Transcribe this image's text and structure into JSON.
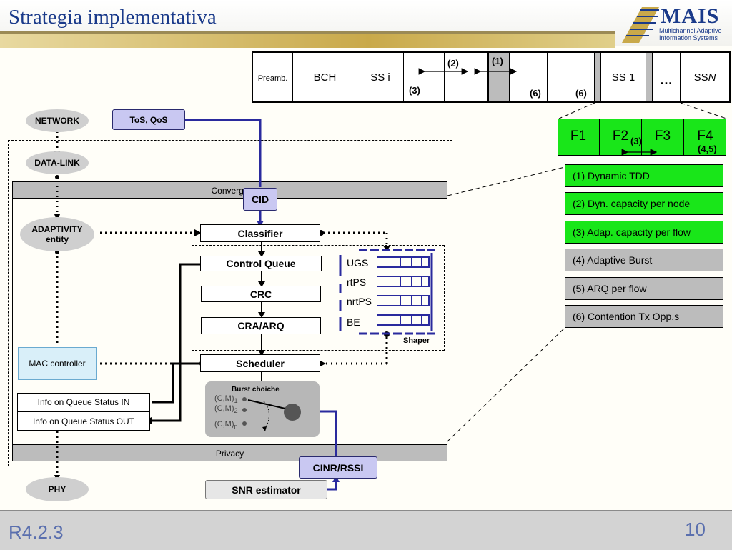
{
  "header": {
    "title": "Strategia implementativa"
  },
  "logo": {
    "name": "MAIS",
    "line1": "Multichannel Adaptive",
    "line2": "Information Systems"
  },
  "footer": {
    "code": "R4.2.3",
    "page": "10"
  },
  "frame": {
    "preamble": "Preamb.",
    "bch": "BCH",
    "ssi": "SS i",
    "ss1": "SS 1",
    "ellipsis": "…",
    "ssn_prefix": "SS ",
    "ssn_italic": "N",
    "marker_1": "(1)",
    "marker_2": "(2)",
    "marker_3": "(3)",
    "marker_6a": "(6)",
    "marker_6b": "(6)"
  },
  "flows": {
    "f1": "F1",
    "f2": "F2",
    "f3": "F3",
    "f4": "F4",
    "marker_3": "(3)",
    "marker_45": "(4,5)"
  },
  "legend": [
    {
      "label": "(1) Dynamic TDD",
      "style": "green"
    },
    {
      "label": "(2) Dyn. capacity per node",
      "style": "green"
    },
    {
      "label": "(3) Adap. capacity per flow",
      "style": "green"
    },
    {
      "label": "(4) Adaptive Burst",
      "style": "grey"
    },
    {
      "label": "(5) ARQ per flow",
      "style": "grey"
    },
    {
      "label": "(6) Contention Tx Opp.s",
      "style": "grey"
    }
  ],
  "layers": {
    "network": "NETWORK",
    "data_link": "DATA-LINK",
    "adaptivity_1": "ADAPTIVITY",
    "adaptivity_2": "entity",
    "phy": "PHY"
  },
  "blocks": {
    "tos_qos": "ToS, QoS",
    "convergence": "Converge",
    "cid": "CID",
    "classifier": "Classifier",
    "control_queue": "Control Queue",
    "crc": "CRC",
    "cra_arq": "CRA/ARQ",
    "shaper": "Shaper",
    "scheduler": "Scheduler",
    "mac_controller": "MAC controller",
    "queue_in": "Info on Queue Status IN",
    "queue_out": "Info on Queue Status OUT",
    "burst_choice": "Burst choiche",
    "burst_cm1": "(C,M)",
    "burst_cm1_sub": "1",
    "burst_cm2": "(C,M)",
    "burst_cm2_sub": "2",
    "burst_cmn": "(C,M)",
    "burst_cmn_sub": "n",
    "privacy": "Privacy",
    "cinr_rssi": "CINR/RSSI",
    "snr_estimator": "SNR estimator"
  },
  "services": [
    "UGS",
    "rtPS",
    "nrtPS",
    "BE"
  ],
  "colors": {
    "green": "#19e619",
    "grey": "#bcbcbc",
    "lavender": "#c9c8f2",
    "navy": "#2a2a9e",
    "title": "#1a3a8a"
  }
}
